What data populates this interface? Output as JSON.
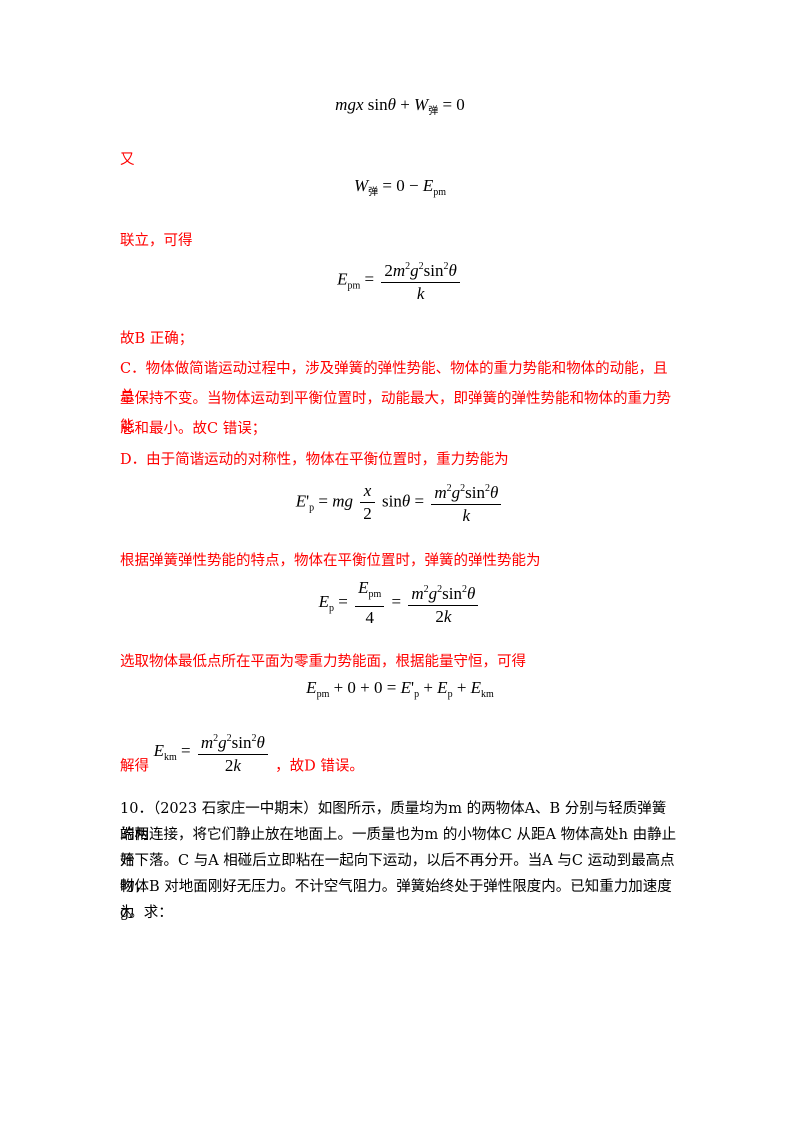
{
  "text": {
    "you": "又",
    "lianli": "联立，可得",
    "gu_b": "故B 正确；",
    "c_line1": "C．物体做简谐运动过程中，涉及弹簧的弹性势能、物体的重力势能和物体的动能，且总",
    "c_line2": "量保持不变。当物体运动到平衡位置时，动能最大，即弹簧的弹性势能和物体的重力势能",
    "c_line3": "总和最小。故C 错误；",
    "d_line": "D．由于简谐运动的对称性，物体在平衡位置时，重力势能为",
    "genju": "根据弹簧弹性势能的特点，物体在平衡位置时，弹簧的弹性势能为",
    "xuanqu": "选取物体最低点所在平面为零重力势能面，根据能量守恒，可得",
    "jiede": "解得",
    "gu_d": "，故D 错误。",
    "q10_line1": "10．（2023 石家庄一中期末）如图所示，质量均为m 的两物体A、B 分别与轻质弹簧的两",
    "q10_line2": "端相连接，将它们静止放在地面上。一质量也为m 的小物体C 从距A 物体高处h 由静止开",
    "q10_line3": "始下落。C 与A 相碰后立即粘在一起向下运动，以后不再分开。当A 与C 运动到最高点时，",
    "q10_line4": "物体B 对地面刚好无压力。不计空气阻力。弹簧始终处于弹性限度内。已知重力加速度为",
    "q10_line5": "g。求："
  },
  "colors": {
    "answer": "#ff0000",
    "question": "#000000"
  }
}
